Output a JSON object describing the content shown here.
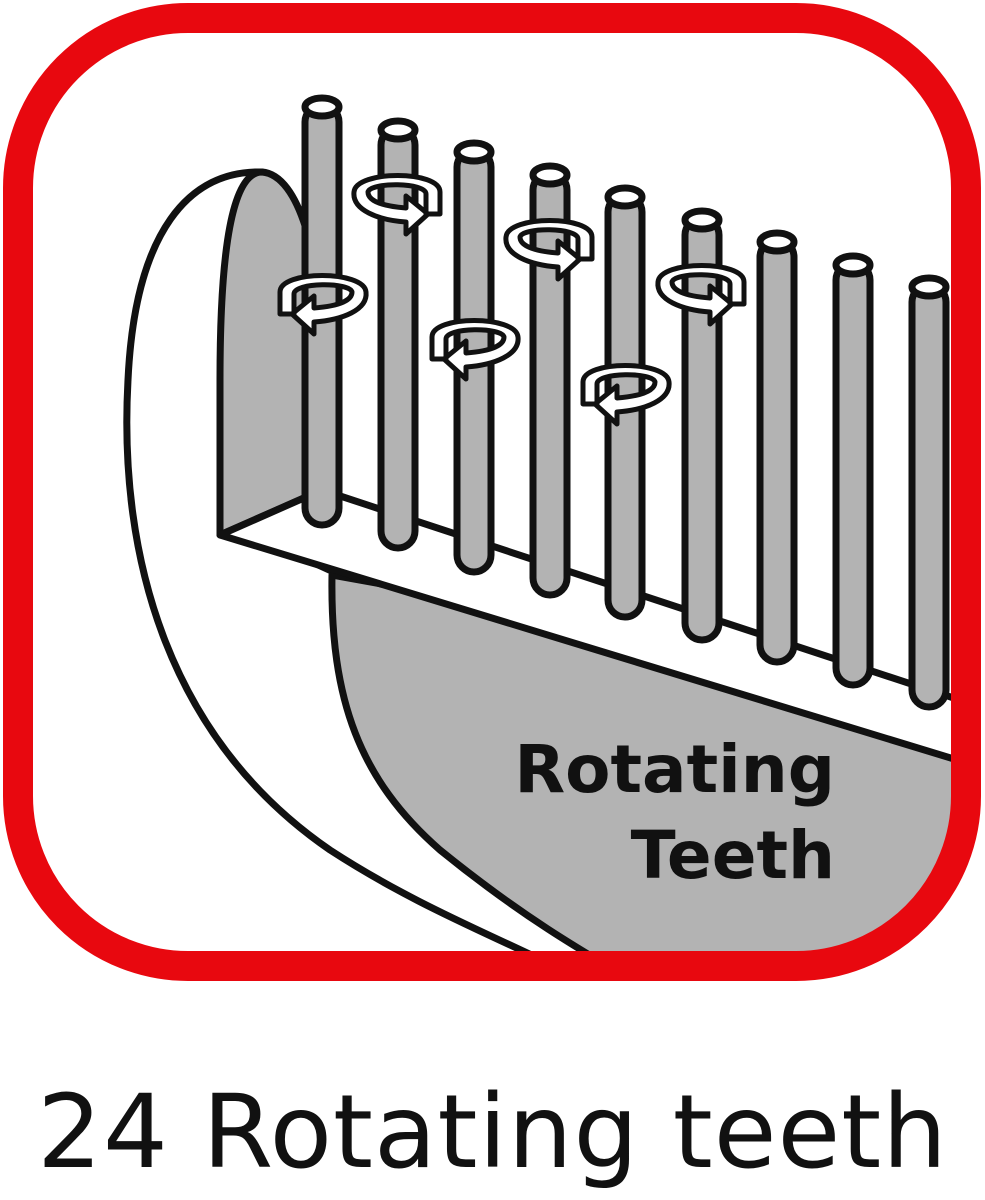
{
  "icon": {
    "name": "rotating-teeth-brush-icon",
    "frame_color": "#e8080f",
    "fill_gray": "#b3b3b3",
    "outline_color": "#111111",
    "label_line1": "Rotating",
    "label_line2": "Teeth"
  },
  "caption": {
    "text": "24 Rotating teeth"
  }
}
